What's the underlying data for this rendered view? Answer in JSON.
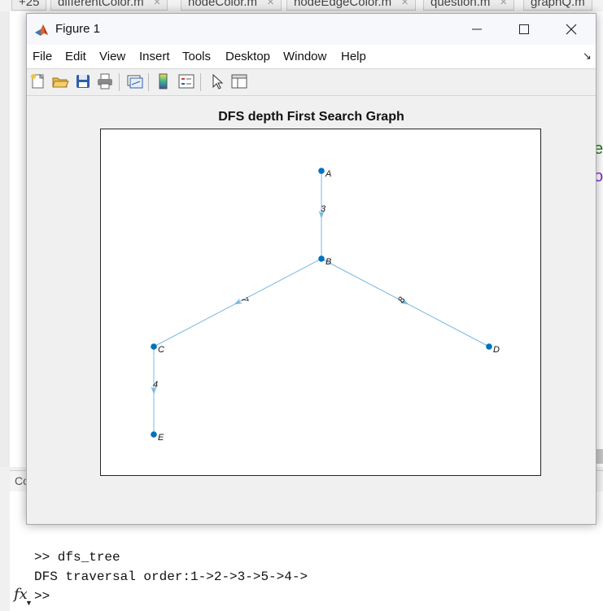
{
  "background_editor": {
    "tabs": [
      {
        "label": "+25"
      },
      {
        "label": "differentColor.m"
      },
      {
        "label": "nodeColor.m"
      },
      {
        "label": "nodeEdgeColor.m"
      },
      {
        "label": "question.m"
      },
      {
        "label": "graphQ.m"
      }
    ],
    "tab_close_glyph": "×",
    "cmd_header_label": "Co",
    "command_lines": [
      ">> dfs_tree",
      "DFS traversal order:1->2->3->5->4->",
      ">>"
    ],
    "fx_label": "fx"
  },
  "window": {
    "title": "Figure 1",
    "minimize_glyph": "—",
    "maximize_glyph": "☐",
    "close_glyph": "✕"
  },
  "menu": [
    "File",
    "Edit",
    "View",
    "Insert",
    "Tools",
    "Desktop",
    "Window",
    "Help"
  ],
  "menu_overflow_glyph": "↘",
  "toolbar_icons": [
    "new-figure-icon",
    "open-file-icon",
    "save-icon",
    "print-icon",
    "link-plot-icon",
    "colorbar-icon",
    "legend-icon",
    "pointer-icon",
    "property-inspector-icon"
  ],
  "colors": {
    "node": "#0072bd",
    "edge": "#79b8e0",
    "axes_border": "#262626"
  },
  "chart_data": {
    "type": "graph",
    "title": "DFS depth First Search Graph",
    "nodes": [
      "A",
      "B",
      "C",
      "D",
      "E"
    ],
    "edges": [
      {
        "from": "A",
        "to": "B",
        "weight": "3"
      },
      {
        "from": "B",
        "to": "C",
        "weight": "7"
      },
      {
        "from": "B",
        "to": "D",
        "weight": "8"
      },
      {
        "from": "C",
        "to": "E",
        "weight": "4"
      }
    ],
    "directed": true,
    "layout": "layered tree"
  }
}
